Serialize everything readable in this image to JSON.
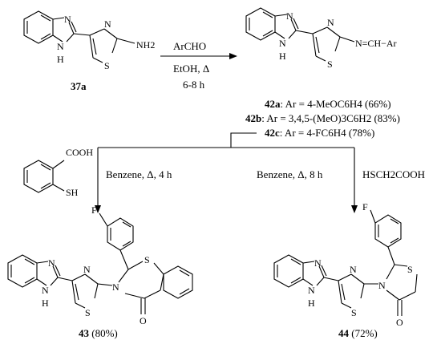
{
  "compounds": {
    "c37a": {
      "label": "37a"
    },
    "c42a": {
      "label": "42a",
      "desc": ": Ar = 4-MeOC6H4 (66%)"
    },
    "c42b": {
      "label": "42b",
      "desc": ": Ar = 3,4,5-(MeO)3C6H2 (83%)"
    },
    "c42c": {
      "label": "42c",
      "desc": ": Ar = 4-FC6H4 (78%)"
    },
    "c43": {
      "label": "43",
      "yield": " (80%)"
    },
    "c44": {
      "label": "44",
      "yield": " (72%)"
    }
  },
  "reagents": {
    "step1_top": "ArCHO",
    "step1_solvent": "EtOH, Δ",
    "step1_time": "6-8 h",
    "step2_left": "Benzene, Δ, 4 h",
    "step2_right": "Benzene, Δ, 8 h",
    "step2_right_reagent": "HSCH2COOH",
    "thiosalicylic_acid_cooh": "COOH",
    "thiosalicylic_acid_sh": "SH"
  },
  "atoms": {
    "N": "N",
    "H": "H",
    "S": "S",
    "F": "F",
    "O": "O",
    "NH2": "NH2",
    "imine": "N=CH−Ar"
  }
}
